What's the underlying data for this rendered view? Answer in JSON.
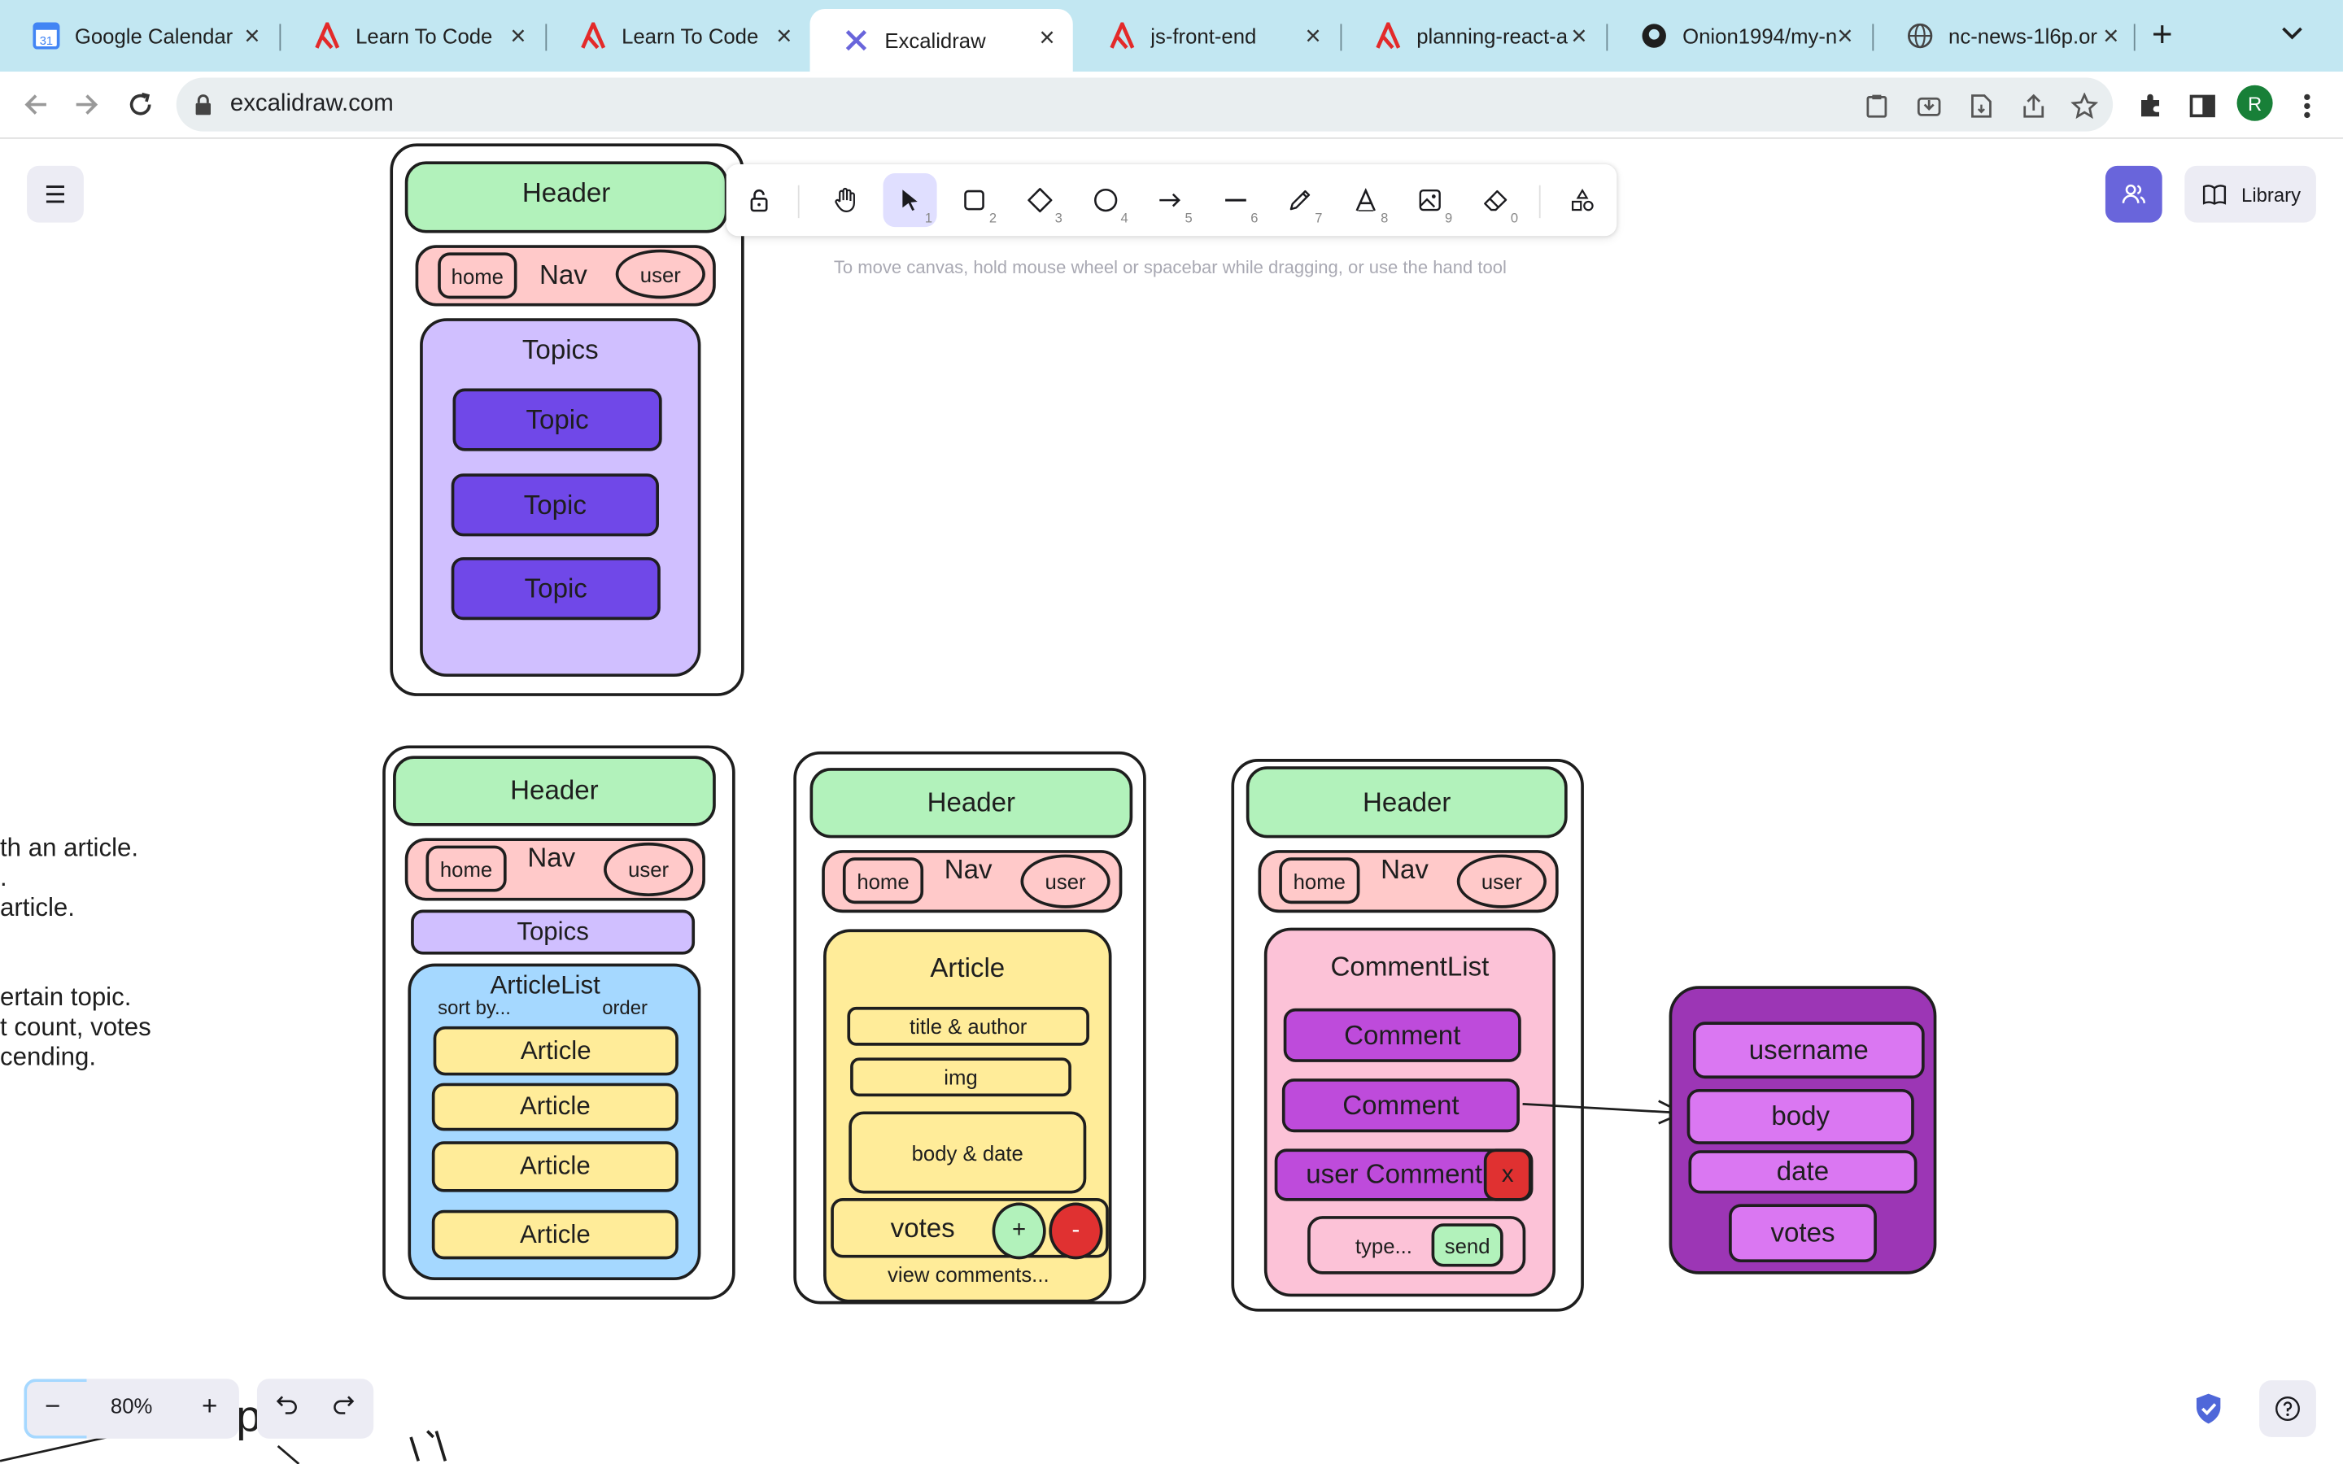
{
  "browser": {
    "tabs": [
      {
        "title": "Google Calendar",
        "icon": "google-calendar-icon"
      },
      {
        "title": "Learn To Code",
        "icon": "northcoders-icon"
      },
      {
        "title": "Learn To Code",
        "icon": "northcoders-icon"
      },
      {
        "title": "Excalidraw",
        "icon": "excalidraw-icon",
        "active": true
      },
      {
        "title": "js-front-end",
        "icon": "northcoders-icon"
      },
      {
        "title": "planning-react-a",
        "icon": "northcoders-icon"
      },
      {
        "title": "Onion1994/my-n",
        "icon": "github-icon"
      },
      {
        "title": "nc-news-1l6p.or",
        "icon": "globe-icon"
      }
    ],
    "url": "excalidraw.com",
    "profile_initial": "R"
  },
  "excalidraw": {
    "library_label": "Library",
    "hint": "To move canvas, hold mouse wheel or spacebar while dragging, or use the hand tool",
    "zoom_level": "80%",
    "zoom_out": "−",
    "zoom_in": "+",
    "tools": [
      {
        "name": "lock-icon",
        "key": ""
      },
      {
        "name": "hand-icon",
        "key": ""
      },
      {
        "name": "selection-icon",
        "key": "1",
        "selected": true
      },
      {
        "name": "rectangle-icon",
        "key": "2"
      },
      {
        "name": "diamond-icon",
        "key": "3"
      },
      {
        "name": "ellipse-icon",
        "key": "4"
      },
      {
        "name": "arrow-icon",
        "key": "5"
      },
      {
        "name": "line-icon",
        "key": "6"
      },
      {
        "name": "pencil-icon",
        "key": "7"
      },
      {
        "name": "text-icon",
        "key": "8"
      },
      {
        "name": "image-icon",
        "key": "9"
      },
      {
        "name": "eraser-icon",
        "key": "0"
      },
      {
        "name": "shapes-icon",
        "key": ""
      }
    ]
  },
  "canvas": {
    "side_text": [
      "th an article.",
      ".",
      " article.",
      "ertain topic.",
      "t count, votes",
      "cending."
    ],
    "frame1": {
      "header": "Header",
      "nav": "Nav",
      "home": "home",
      "user": "user",
      "topics": "Topics",
      "topic_items": [
        "Topic",
        "Topic",
        "Topic"
      ]
    },
    "frame2": {
      "header": "Header",
      "nav": "Nav",
      "home": "home",
      "user": "user",
      "topics": "Topics",
      "article_list": "ArticleList",
      "sort_by": "sort by...",
      "order": "order",
      "articles": [
        "Article",
        "Article",
        "Article",
        "Article"
      ]
    },
    "frame3": {
      "header": "Header",
      "nav": "Nav",
      "home": "home",
      "user": "user",
      "article": "Article",
      "title_author": "title & author",
      "img": "img",
      "body_date": "body & date",
      "votes": "votes",
      "plus": "+",
      "minus": "-",
      "view_comments": "view comments..."
    },
    "frame4": {
      "header": "Header",
      "nav": "Nav",
      "home": "home",
      "user": "user",
      "comment_list": "CommentList",
      "comments": [
        "Comment",
        "Comment"
      ],
      "user_comment": "user Comment",
      "delete": "x",
      "type_placeholder": "type...",
      "send": "send"
    },
    "frame5": {
      "username": "username",
      "body": "body",
      "date": "date",
      "votes": "votes"
    },
    "bottom_scribble": "p"
  }
}
